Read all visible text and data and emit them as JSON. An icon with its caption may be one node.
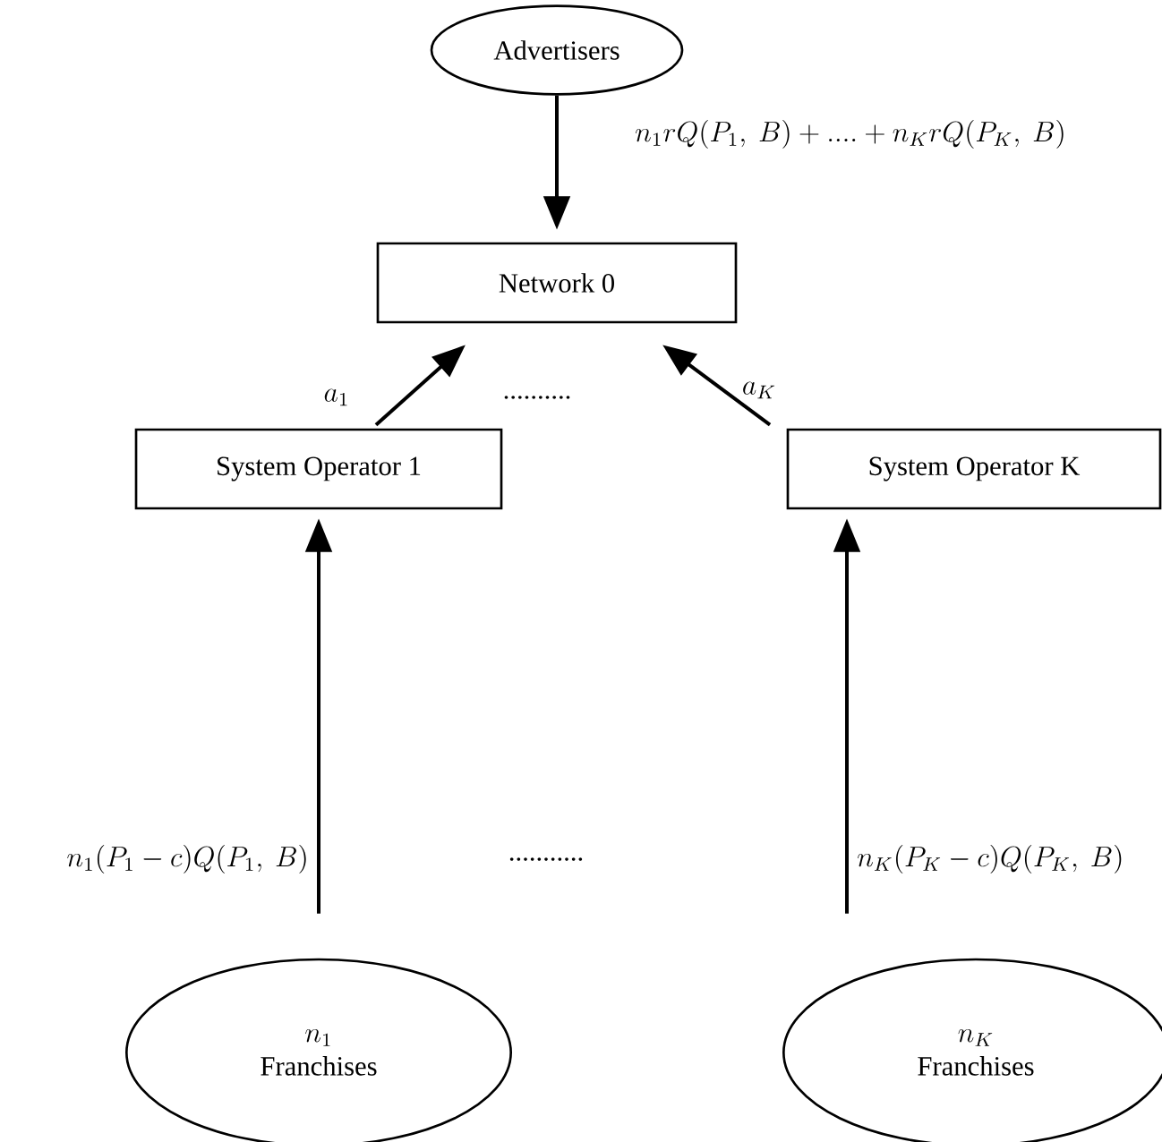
{
  "diagram": {
    "nodes": [
      {
        "text": [
          "Advertisers"
        ]
      },
      {
        "text": [
          "Network 0"
        ]
      },
      {
        "text": [
          "System Operator 1"
        ]
      },
      {
        "text": [
          "System Operator K"
        ]
      },
      {
        "text": [
          "n_1",
          "Franchises"
        ]
      },
      {
        "text": [
          "n_K",
          "Franchises"
        ]
      }
    ],
    "edges": [
      {
        "from": 0,
        "to": 1,
        "arrow": "to",
        "label": "n_1rQ(P_1,\\ B)+....+n_KrQ(P_K,\\ B)"
      },
      {
        "from": 2,
        "to": 1,
        "arrow": "to",
        "label": "a_1"
      },
      {
        "from": 3,
        "to": 1,
        "arrow": "to",
        "label": "a_K"
      },
      {
        "from": 4,
        "to": 2,
        "arrow": "to",
        "label": "n_1(P_1-c)Q(P_1,\\ B)"
      },
      {
        "from": 5,
        "to": 3,
        "arrow": "to",
        "label": "n_K(P_K-c)Q(P_K,\\ B)"
      }
    ],
    "labels": [
      "..........",
      "..........."
    ]
  }
}
